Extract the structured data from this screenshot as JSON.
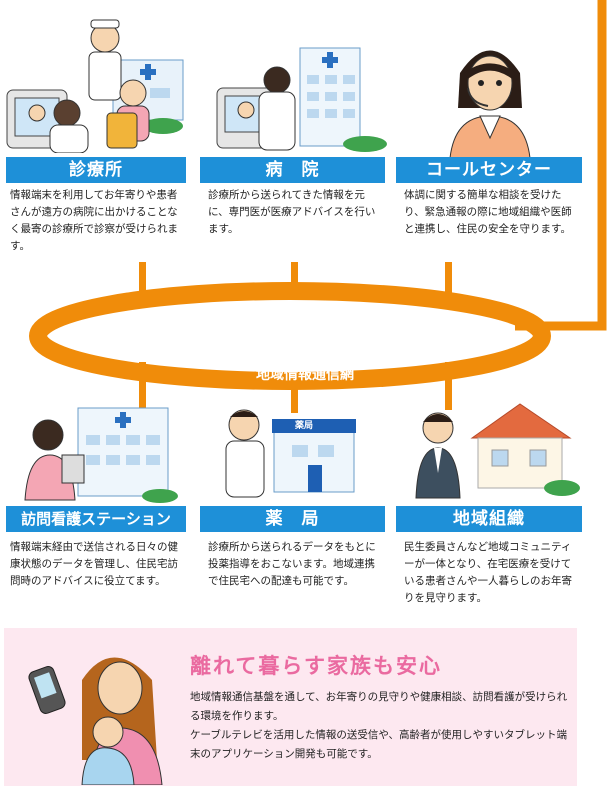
{
  "network_label": "地域情報通信網",
  "nodes": [
    {
      "id": "clinic",
      "label": "診療所",
      "text": "情報端末を利用してお年寄りや患者さんが遠方の病院に出かけることなく最寄の診療所で診察が受けられます。"
    },
    {
      "id": "hospital",
      "label": "病　院",
      "text": "診療所から送られてきた情報を元に、専門医が医療アドバイスを行います。"
    },
    {
      "id": "callcenter",
      "label": "コールセンター",
      "text": "体調に関する簡単な相談を受けたり、緊急通報の際に地域組織や医師と連携し、住民の安全を守ります。"
    },
    {
      "id": "nursing",
      "label": "訪問看護ステーション",
      "text": "情報端末経由で送信される日々の健康状態のデータを管理し、住民宅訪問時のアドバイスに役立てます。"
    },
    {
      "id": "pharmacy",
      "label": "薬　局",
      "text": "診療所から送られるデータをもとに投薬指導をおこないます。地域連携で住民宅への配達も可能です。"
    },
    {
      "id": "community",
      "label": "地域組織",
      "text": "民生委員さんなど地域コミュニティーが一体となり、在宅医療を受けている患者さんや一人暮らしのお年寄りを見守ります。"
    }
  ],
  "pharmacy_sign": "薬局",
  "bottom": {
    "title": "離れて暮らす家族も安心",
    "text1": "地域情報通信基盤を通して、お年寄りの見守りや健康相談、訪問看護が受けられる環境を作ります。",
    "text2": "ケーブルテレビを活用した情報の送受信や、高齢者が使用しやすいタブレット端末のアプリケーション開発も可能です。"
  },
  "colors": {
    "label_blue": "#1e90d8",
    "ring_orange": "#f08c0a",
    "bottom_pink": "#fde8f0",
    "title_pink": "#ea6aa0"
  }
}
